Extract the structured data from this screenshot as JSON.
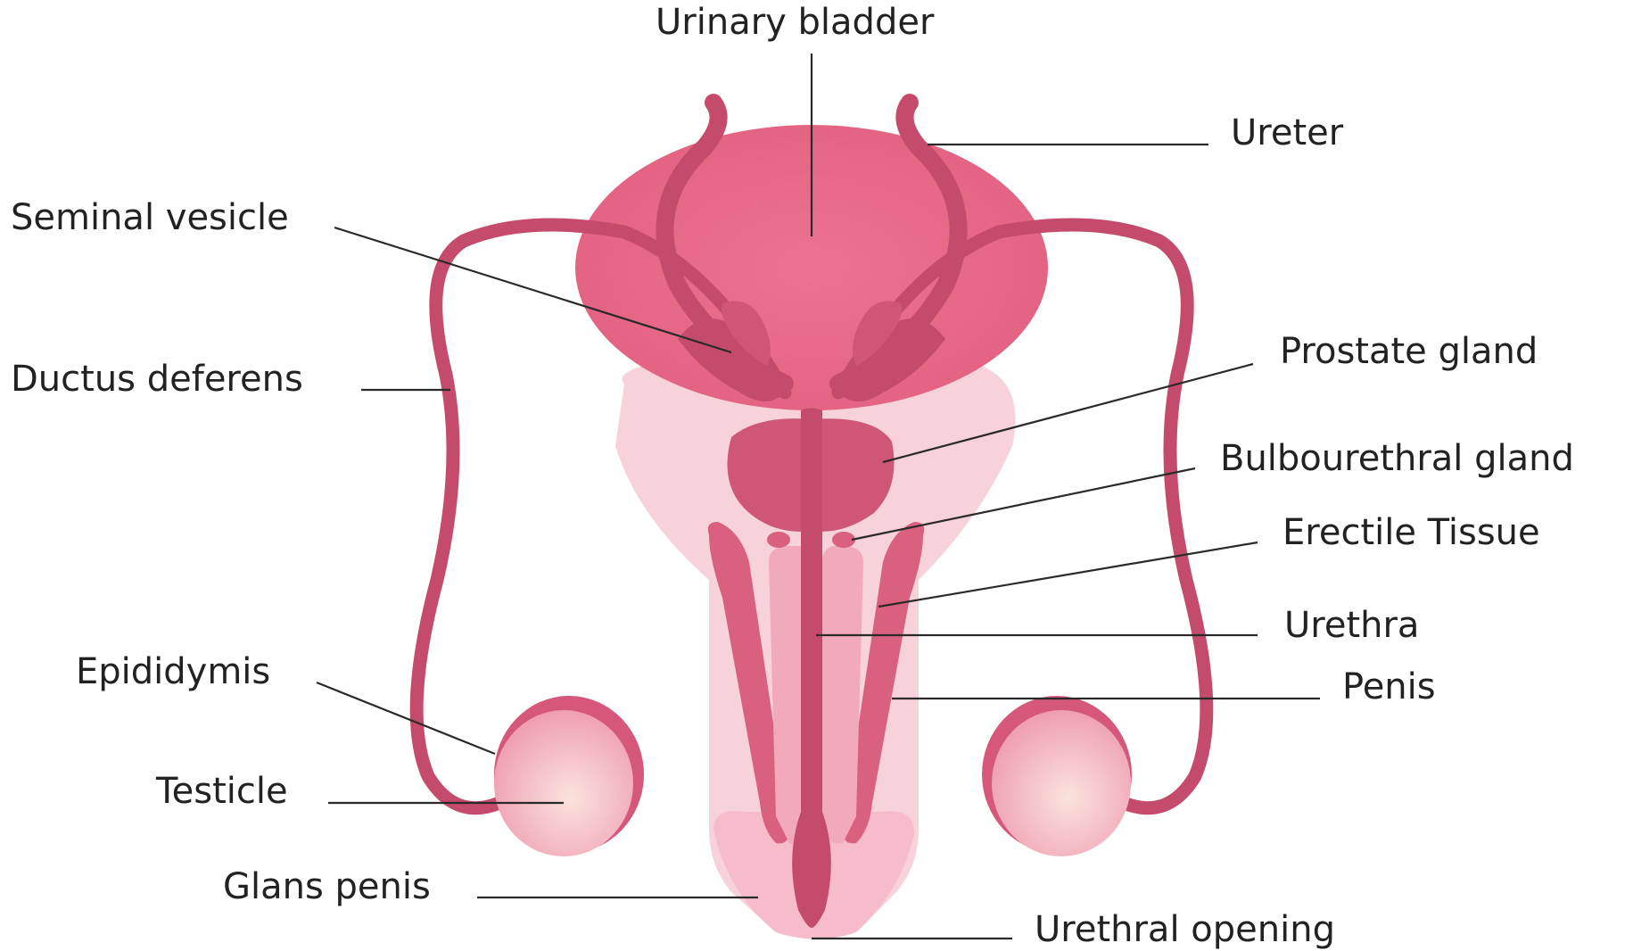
{
  "labels": {
    "urinary_bladder": "Urinary bladder",
    "ureter": "Ureter",
    "seminal_vesicle": "Seminal vesicle",
    "ductus_deferens": "Ductus deferens",
    "prostate_gland": "Prostate gland",
    "bulbourethral_gland": "Bulbourethral gland",
    "erectile_tissue": "Erectile Tissue",
    "urethra": "Urethra",
    "penis": "Penis",
    "epididymis": "Epididymis",
    "testicle": "Testicle",
    "glans_penis": "Glans penis",
    "urethral_opening": "Urethral opening"
  },
  "colors": {
    "bladder": "#e66586",
    "duct": "#c54b6c",
    "shaft_outer": "#f6c6d0",
    "shaft_inner": "#f2a9bb",
    "prostate": "#d05a7b",
    "testicle": "#f3b7c5",
    "epididymis": "#d5587a"
  }
}
